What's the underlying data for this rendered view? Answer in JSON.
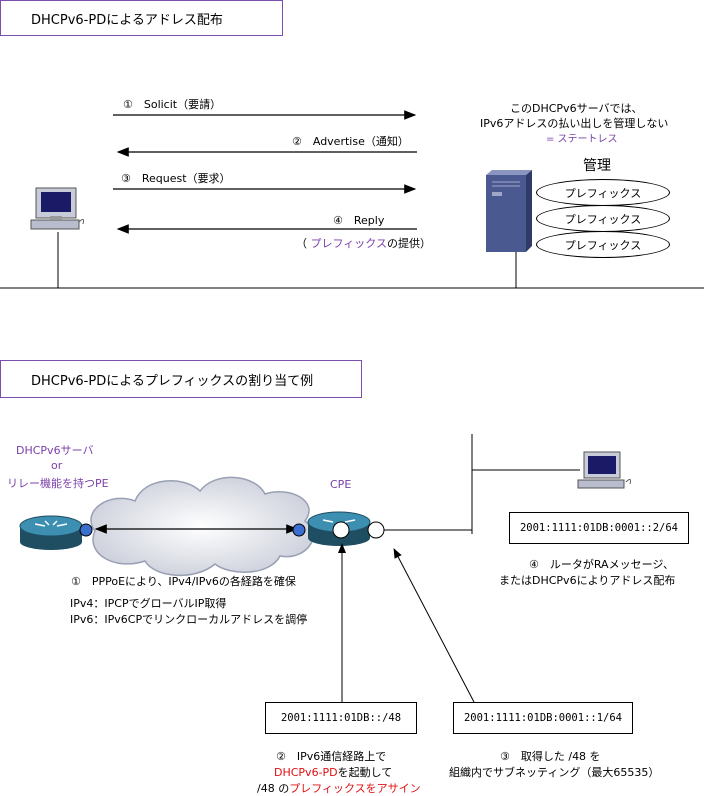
{
  "section1": {
    "title": "DHCPv6-PDによるアドレス配布",
    "messages": {
      "solicit": "①　Solicit（要請）",
      "advertise": "②　Advertise（通知）",
      "request": "③　Request（要求）",
      "reply": "④　Reply"
    },
    "reply_note": {
      "open": "（ ",
      "prefix": "プレフィックス",
      "rest": "の提供）"
    },
    "server_note": {
      "line1": "このDHCPv6サーバでは、",
      "line2": "IPv6アドレスの払い出しを管理しない",
      "line3": "= ステートレス"
    },
    "manage_label": "管理",
    "prefix_items": [
      "プレフィックス",
      "プレフィックス",
      "プレフィックス"
    ]
  },
  "section2": {
    "title": "DHCPv6-PDによるプレフィックスの割り当て例",
    "pe_label": {
      "line1": "DHCPv6サーバ",
      "line2": "or",
      "line3": "リレー機能を持つPE"
    },
    "cpe_label": "CPE",
    "lan_address": "2001:1111:01DB:0001::2/64",
    "lan_note": {
      "line1": "④　ルータがRAメッセージ、",
      "line2": "またはDHCPv6によりアドレス配布"
    },
    "pppoe_note": "①　PPPoEにより、IPv4/IPv6の各経路を確保",
    "ipv4_note": "IPv4：IPCPでグローバルIP取得",
    "ipv6_note": "IPv6：IPv6CPでリンクローカルアドレスを調停",
    "prefix48": "2001:1111:01DB::/48",
    "subnet64": "2001:1111:01DB:0001::1/64",
    "note2": {
      "line1": "②　IPv6通信経路上で",
      "line2_red": "DHCPv6-PD",
      "line2_rest": "を起動して",
      "line3_a": "/48 の",
      "line3_red": "プレフィックスをアサイン"
    },
    "note3": {
      "line1": "③　取得した /48 を",
      "line2": "組織内でサブネッティング（最大65535）"
    }
  },
  "colors": {
    "title_border": "#7a4fb0",
    "accent_purple": "#7a3fa8",
    "accent_red": "#e01010",
    "server_body": "#4a5a90",
    "router_blue": "#2a6f8f",
    "port_blue": "#3a6fd0"
  }
}
